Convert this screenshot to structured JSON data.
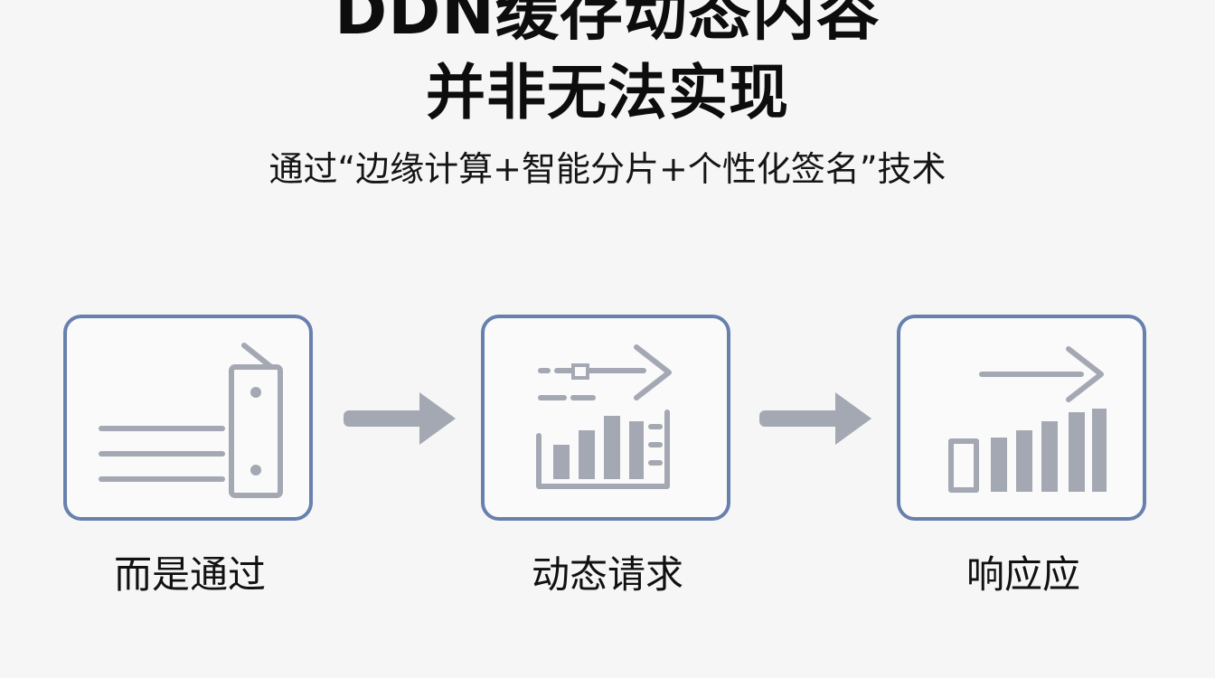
{
  "title": {
    "line1": "DDN缓存动态内容",
    "line2": "并非无法实现"
  },
  "subtitle": "通过“边缘计算+智能分片+个性化签名”技术",
  "steps": [
    {
      "label": "而是通过",
      "icon": "server-lines-icon"
    },
    {
      "label": "动态请求",
      "icon": "dynamic-request-chart-icon"
    },
    {
      "label": "响应应",
      "icon": "response-bar-chart-icon"
    }
  ],
  "colors": {
    "box_border": "#6880ad",
    "icon_gray": "#a3a8b3",
    "arrow_gray": "#a3a8b3",
    "text": "#111111"
  }
}
